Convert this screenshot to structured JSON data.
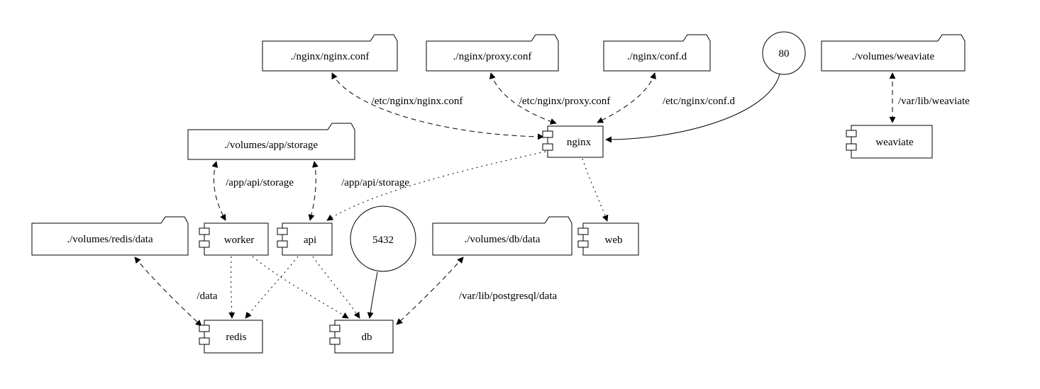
{
  "nodes": {
    "nginx_conf_file": "./nginx/nginx.conf",
    "proxy_conf_file": "./nginx/proxy.conf",
    "conf_d_dir": "./nginx/conf.d",
    "port_80": "80",
    "volumes_weaviate": "./volumes/weaviate",
    "volumes_app_storage": "./volumes/app/storage",
    "nginx": "nginx",
    "weaviate": "weaviate",
    "volumes_redis_data": "./volumes/redis/data",
    "worker": "worker",
    "api": "api",
    "port_5432": "5432",
    "volumes_db_data": "./volumes/db/data",
    "web": "web",
    "redis": "redis",
    "db": "db"
  },
  "edge_labels": {
    "mount_nginx_conf": "/etc/nginx/nginx.conf",
    "mount_proxy_conf": "/etc/nginx/proxy.conf",
    "mount_conf_d": "/etc/nginx/conf.d",
    "mount_weaviate": "/var/lib/weaviate",
    "mount_worker_storage": "/app/api/storage",
    "mount_api_storage": "/app/api/storage",
    "mount_redis_data": "/data",
    "mount_db_data": "/var/lib/postgresql/data"
  }
}
